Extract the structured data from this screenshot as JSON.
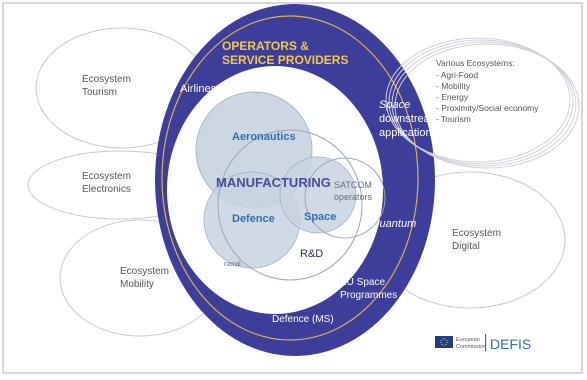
{
  "diagram": {
    "header": {
      "line1": "OPERATORS &",
      "line2": "SERVICE PROVIDERS"
    },
    "ring_labels": {
      "airlines": "Airlines",
      "space_italic": "Space",
      "downstream": "downstream",
      "applications": "applications",
      "quantum": "Quantum",
      "eu_space_1": "EU Space",
      "eu_space_2": "Programmes",
      "defence_ms": "Defence (MS)"
    },
    "inner_labels": {
      "aeronautics": "Aeronautics",
      "manufacturing": "MANUFACTURING",
      "defence": "Defence",
      "space": "Space",
      "satcom_1": "SATCOM",
      "satcom_2": "operators",
      "rd": "R&D",
      "naval": "naval"
    },
    "ecosystems": {
      "tourism": {
        "line1": "Ecosystem",
        "line2": "Tourism"
      },
      "electronics": {
        "line1": "Ecosystem",
        "line2": "Electronics"
      },
      "mobility": {
        "line1": "Ecosystem",
        "line2": "Mobility"
      },
      "digital": {
        "line1": "Ecosystem",
        "line2": "Digital"
      }
    },
    "various": {
      "title": "Various Ecosystems:",
      "items": [
        "- Agri-Food",
        "- Mobility",
        "- Energy",
        "- Proximity/Social economy",
        "- Tourism"
      ]
    },
    "logo": {
      "line1": "European",
      "line2": "Commission",
      "brand": "DEFIS"
    },
    "colors": {
      "outer_ring": "#3d3d9a",
      "gold_ring": "#e0b24a",
      "header_text": "#f2c94c",
      "inner_circle": "#c8d4e0",
      "inner_label": "#2f6fb3",
      "manufacturing": "#4a4aa0"
    }
  }
}
